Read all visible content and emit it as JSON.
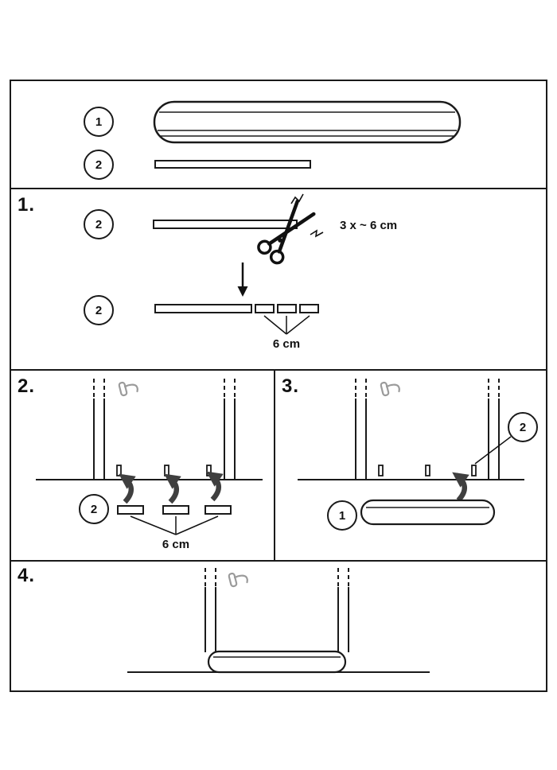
{
  "colors": {
    "line": "#1a1a1a",
    "icon_gray": "#9b9b9b",
    "arrow_gray": "#3f3f3f",
    "background": "#ffffff"
  },
  "parts": {
    "part1_badge": "1",
    "part2_badge": "2"
  },
  "steps": {
    "s1": {
      "label": "1.",
      "badge_a": "2",
      "badge_b": "2",
      "cut_note": "3 x ~ 6 cm",
      "measure": "6 cm"
    },
    "s2": {
      "label": "2.",
      "badge": "2",
      "measure": "6 cm"
    },
    "s3": {
      "label": "3.",
      "badge_clip": "2",
      "badge_part": "1"
    },
    "s4": {
      "label": "4."
    }
  },
  "icons": {
    "scissors-icon": "✂",
    "arrow-down-icon": "↓",
    "rotate-arrow-icon": "↺",
    "door-handle-icon": "door lever"
  }
}
